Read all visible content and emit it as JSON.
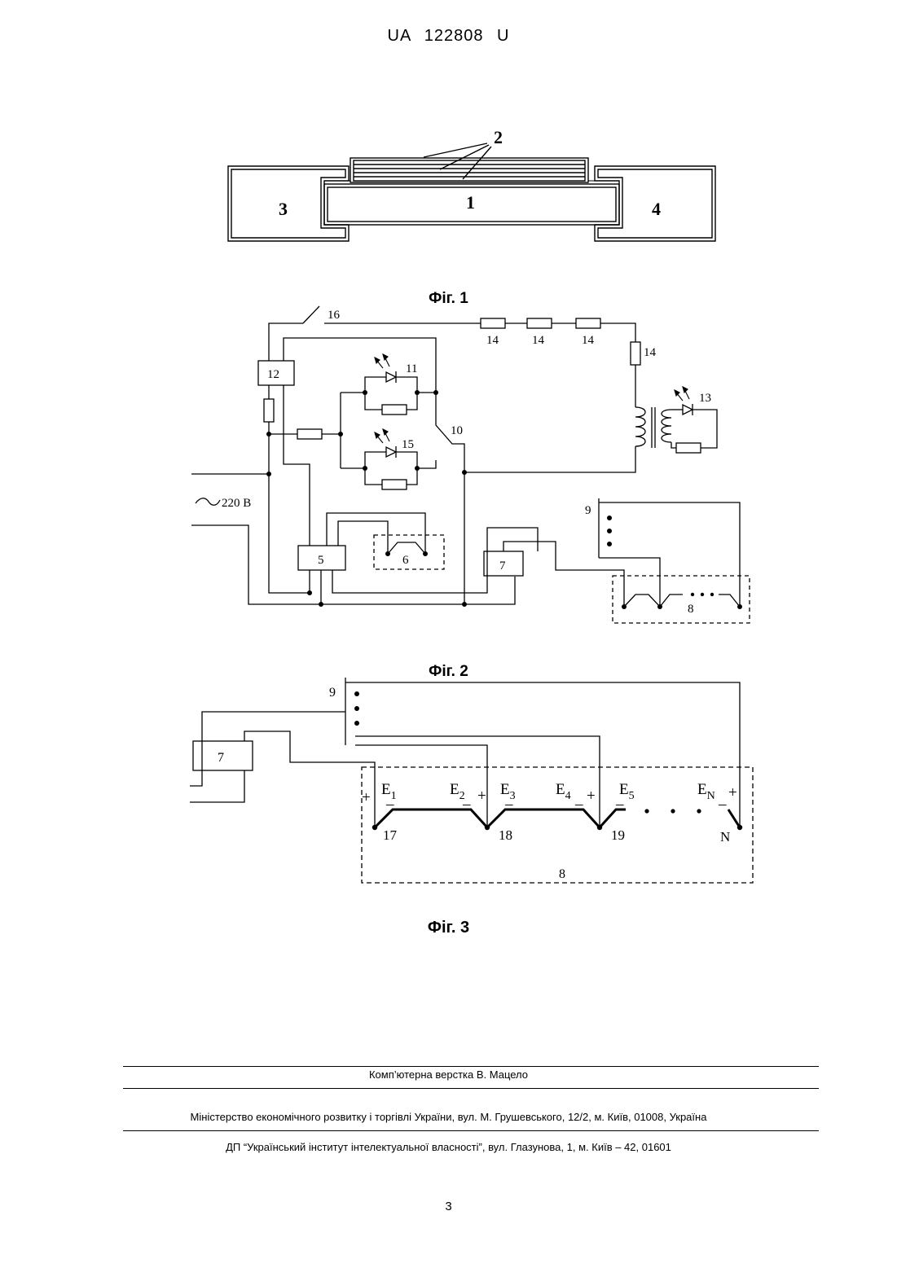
{
  "header": {
    "doc_number": "UA   122808   U"
  },
  "fig1": {
    "caption": "Фіг. 1",
    "labels": {
      "plate": "1",
      "layers": "2",
      "left_block": "3",
      "right_block": "4"
    }
  },
  "fig2": {
    "caption": "Фіг. 2",
    "labels": {
      "switch": "16",
      "resistor_a": "14",
      "resistor_b": "14",
      "resistor_c": "14",
      "resistor_d": "14",
      "block12": "12",
      "led11": "11",
      "led15": "15",
      "led13": "13",
      "wire10": "10",
      "mains": "220 В",
      "block5": "5",
      "heater6": "6",
      "block7": "7",
      "switch9": "9",
      "heater8": "8"
    }
  },
  "fig3": {
    "caption": "Фіг. 3",
    "labels": {
      "switch9": "9",
      "block7": "7",
      "heater8": "8",
      "e1": "E",
      "e1_sub": "1",
      "e2": "E",
      "e2_sub": "2",
      "e3": "E",
      "e3_sub": "3",
      "e4": "E",
      "e4_sub": "4",
      "e5": "E",
      "e5_sub": "5",
      "en": "E",
      "en_sub": "N",
      "node17": "17",
      "node18": "18",
      "node19": "19",
      "nodeN": "N",
      "plus": "+",
      "minus": "–"
    }
  },
  "footer": {
    "layout": "Комп’ютерна верстка В. Мацело",
    "ministry": "Міністерство економічного розвитку і торгівлі України, вул. М. Грушевського, 12/2, м. Київ, 01008, Україна",
    "institute": "ДП “Український інститут інтелектуальної власності”, вул. Глазунова, 1, м. Київ – 42, 01601",
    "page_number": "3"
  }
}
